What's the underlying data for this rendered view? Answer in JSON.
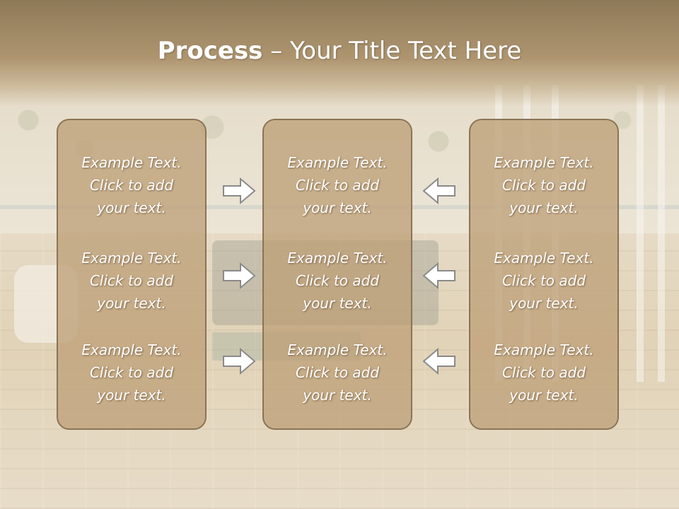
{
  "title": {
    "bold": "Process",
    "rest": " – Your Title Text Here"
  },
  "columns": [
    {
      "items": [
        {
          "line1": "Example Text.",
          "line2": "Click  to add",
          "line3": "your text."
        },
        {
          "line1": "Example Text.",
          "line2": "Click  to add",
          "line3": "your text."
        },
        {
          "line1": "Example Text.",
          "line2": "Click  to add",
          "line3": "your text."
        }
      ]
    },
    {
      "items": [
        {
          "line1": "Example Text.",
          "line2": "Click  to add",
          "line3": "your text."
        },
        {
          "line1": "Example Text.",
          "line2": "Click  to add",
          "line3": "your text."
        },
        {
          "line1": "Example Text.",
          "line2": "Click  to add",
          "line3": "your text."
        }
      ]
    },
    {
      "items": [
        {
          "line1": "Example Text.",
          "line2": "Click  to add",
          "line3": "your text."
        },
        {
          "line1": "Example Text.",
          "line2": "Click  to add",
          "line3": "your text."
        },
        {
          "line1": "Example Text.",
          "line2": "Click  to add",
          "line3": "your text."
        }
      ]
    }
  ],
  "arrows": {
    "left_to_center": [
      "arrow-right-icon",
      "arrow-right-icon",
      "arrow-right-icon"
    ],
    "right_to_center": [
      "arrow-left-icon",
      "arrow-left-icon",
      "arrow-left-icon"
    ]
  },
  "colors": {
    "title_band": "#ae9570",
    "box_fill": "#bea078",
    "box_border": "#8a7456",
    "text": "#ffffff",
    "arrow_fill": "#ffffff",
    "arrow_stroke": "#8a8a8a"
  }
}
